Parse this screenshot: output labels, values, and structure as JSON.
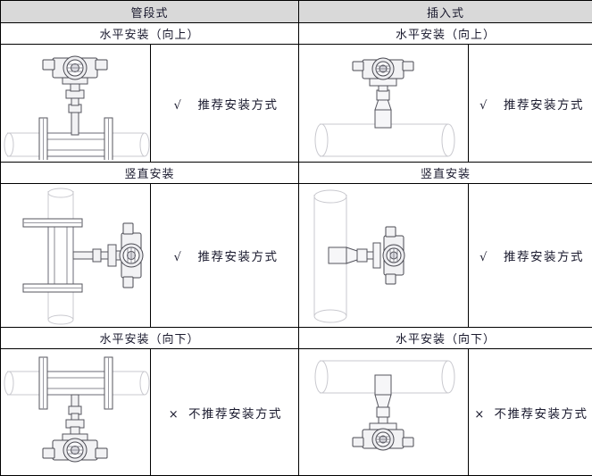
{
  "table": {
    "headers": [
      {
        "label": "管段式",
        "name": "pipe-section-type"
      },
      {
        "label": "插入式",
        "name": "insertion-type"
      }
    ],
    "rows": [
      {
        "id": "horizontal-up",
        "left": {
          "subtitle": "水平安装（向上）",
          "diagram": "pipe-section-horizontal-up",
          "mark": "√",
          "note": "推荐安装方式",
          "recommended": true
        },
        "right": {
          "subtitle": "水平安装（向上）",
          "diagram": "insertion-horizontal-up",
          "mark": "√",
          "note": "推荐安装方式",
          "recommended": true
        }
      },
      {
        "id": "vertical",
        "left": {
          "subtitle": "竖直安装",
          "diagram": "pipe-section-vertical",
          "mark": "√",
          "note": "推荐安装方式",
          "recommended": true
        },
        "right": {
          "subtitle": "竖直安装",
          "diagram": "insertion-vertical",
          "mark": "√",
          "note": "推荐安装方式",
          "recommended": true
        }
      },
      {
        "id": "horizontal-down",
        "left": {
          "subtitle": "水平安装（向下）",
          "diagram": "pipe-section-horizontal-down",
          "mark": "×",
          "note": "不推荐安装方式",
          "recommended": false
        },
        "right": {
          "subtitle": "水平安装（向下）",
          "diagram": "insertion-horizontal-down",
          "mark": "×",
          "note": "不推荐安装方式",
          "recommended": false
        }
      }
    ]
  },
  "colors": {
    "header_background": "#d9d9d9",
    "border": "#000000",
    "text": "#1a1a2e",
    "pipe_outline": "#c9c9cf",
    "device_outline": "#4a4a52",
    "device_fill": "#f2f2f4"
  }
}
